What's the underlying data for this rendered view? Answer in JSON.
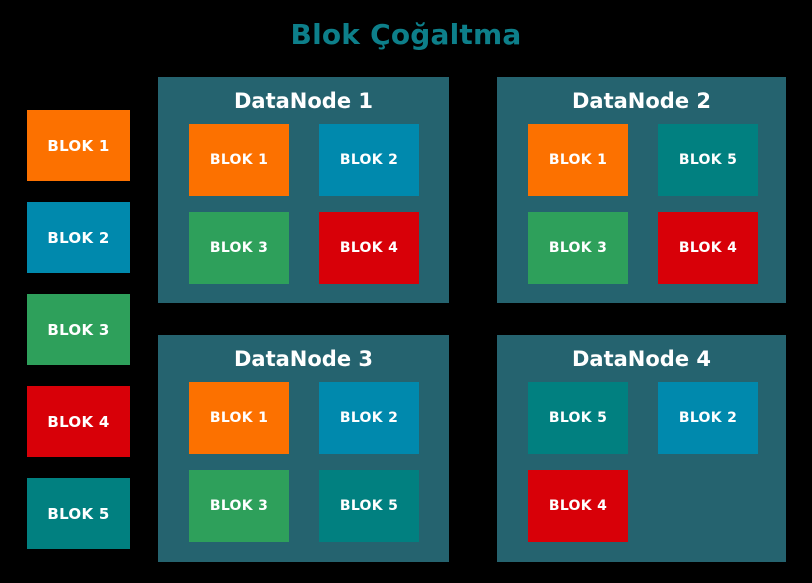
{
  "title": "Blok Çoğaltma",
  "palette": {
    "background": "#000000",
    "title_color": "#0d7f8a",
    "panel_bg": "#25636f",
    "block_text": "#ffffff",
    "blok1": "#fc7100",
    "blok2": "#0089ad",
    "blok3": "#2ea05b",
    "blok4": "#d80008",
    "blok5": "#018080"
  },
  "source_blocks": [
    {
      "label": "BLOK 1",
      "color": "#fc7100"
    },
    {
      "label": "BLOK 2",
      "color": "#0089ad"
    },
    {
      "label": "BLOK 3",
      "color": "#2ea05b"
    },
    {
      "label": "BLOK 4",
      "color": "#d80008"
    },
    {
      "label": "BLOK 5",
      "color": "#018080"
    }
  ],
  "nodes": [
    {
      "title": "DataNode 1",
      "blocks": [
        {
          "label": "BLOK 1",
          "color": "#fc7100"
        },
        {
          "label": "BLOK 2",
          "color": "#0089ad"
        },
        {
          "label": "BLOK 3",
          "color": "#2ea05b"
        },
        {
          "label": "BLOK 4",
          "color": "#d80008"
        }
      ]
    },
    {
      "title": "DataNode 2",
      "blocks": [
        {
          "label": "BLOK 1",
          "color": "#fc7100"
        },
        {
          "label": "BLOK 5",
          "color": "#018080"
        },
        {
          "label": "BLOK 3",
          "color": "#2ea05b"
        },
        {
          "label": "BLOK 4",
          "color": "#d80008"
        }
      ]
    },
    {
      "title": "DataNode 3",
      "blocks": [
        {
          "label": "BLOK 1",
          "color": "#fc7100"
        },
        {
          "label": "BLOK 2",
          "color": "#0089ad"
        },
        {
          "label": "BLOK 3",
          "color": "#2ea05b"
        },
        {
          "label": "BLOK 5",
          "color": "#018080"
        }
      ]
    },
    {
      "title": "DataNode 4",
      "blocks": [
        {
          "label": "BLOK 5",
          "color": "#018080"
        },
        {
          "label": "BLOK 2",
          "color": "#0089ad"
        },
        {
          "label": "BLOK 4",
          "color": "#d80008"
        }
      ]
    }
  ]
}
